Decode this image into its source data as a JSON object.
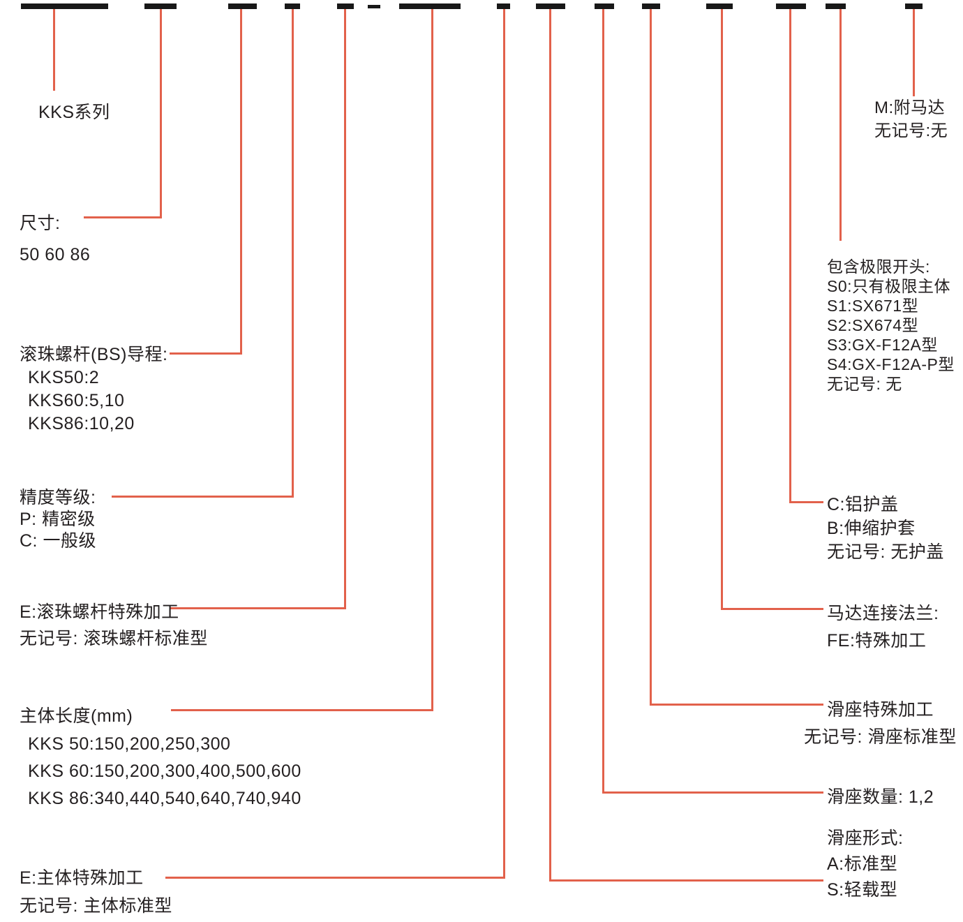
{
  "colors": {
    "leader_line": "#e2614b",
    "code_bar": "#181818",
    "text": "#231f20"
  },
  "legend": {
    "series": {
      "label": "KKS系列"
    },
    "size": {
      "title": "尺寸:",
      "values": "50 60 86"
    },
    "screw_lead": {
      "title": "滚珠螺杆(BS)导程:",
      "items": [
        "KKS50:2",
        "KKS60:5,10",
        "KKS86:10,20"
      ]
    },
    "precision": {
      "title": "精度等级:",
      "items": [
        "P: 精密级",
        "C: 一般级"
      ]
    },
    "screw_special": {
      "lines": [
        "E:滚珠螺杆特殊加工",
        "无记号: 滚珠螺杆标准型"
      ]
    },
    "body_length": {
      "title": "主体长度(mm)",
      "items": [
        "KKS 50:150,200,250,300",
        "KKS 60:150,200,300,400,500,600",
        "KKS 86:340,440,540,640,740,940"
      ]
    },
    "body_special": {
      "lines": [
        "E:主体特殊加工",
        "无记号: 主体标准型"
      ]
    },
    "motor": {
      "lines": [
        "M:附马达",
        "无记号:无"
      ]
    },
    "limit_switch": {
      "title": "包含极限开头:",
      "items": [
        "S0:只有极限主体",
        "S1:SX671型",
        "S2:SX674型",
        "S3:GX-F12A型",
        "S4:GX-F12A-P型",
        "无记号: 无"
      ]
    },
    "cover": {
      "lines": [
        "C:铝护盖",
        "B:伸缩护套",
        "无记号: 无护盖"
      ]
    },
    "motor_flange": {
      "lines": [
        "马达连接法兰:",
        "FE:特殊加工"
      ]
    },
    "slider_special": {
      "lines": [
        "滑座特殊加工",
        "无记号: 滑座标准型"
      ]
    },
    "slider_count": {
      "label": "滑座数量: 1,2"
    },
    "slider_type": {
      "title": "滑座形式:",
      "items": [
        "A:标准型",
        "S:轻载型"
      ]
    }
  }
}
